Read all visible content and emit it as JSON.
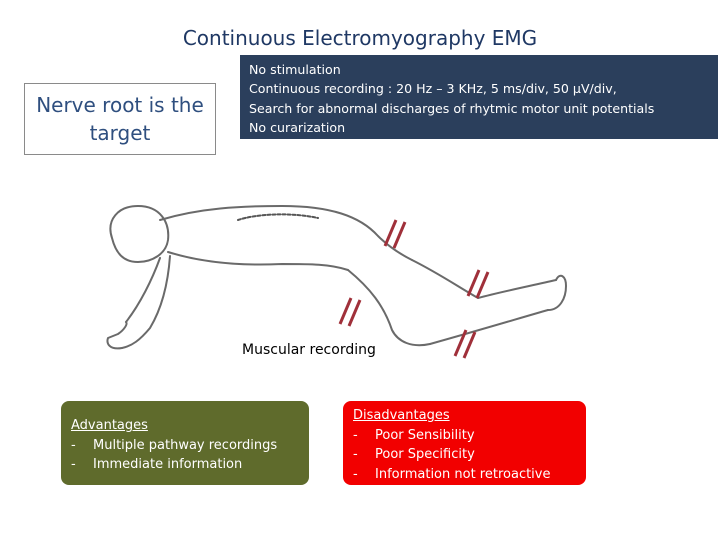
{
  "title": "Continuous Electromyography  EMG",
  "target_box": {
    "lines": [
      "Nerve root is the",
      "target"
    ]
  },
  "settings_box": {
    "lines": [
      "No stimulation",
      "Continuous  recording : 20 Hz – 3 KHz, 5 ms/div, 50 µV/div,",
      "Search for abnormal discharges of rhytmic motor unit potentials",
      "No curarization"
    ]
  },
  "figure": {
    "caption": "Muscular  recording",
    "marker_color": "#a0303a"
  },
  "advantages": {
    "heading": "Advantages",
    "items": [
      "Multiple  pathway recordings",
      "Immediate information"
    ]
  },
  "disadvantages": {
    "heading": "Disadvantages",
    "items": [
      "Poor Sensibility",
      "Poor Specificity",
      "Information not retroactive"
    ]
  },
  "colors": {
    "title": "#1f3864",
    "settings_bg": "#2b3f5c",
    "advantages_bg": "#5f6b2c",
    "disadvantages_bg": "#f20000"
  }
}
